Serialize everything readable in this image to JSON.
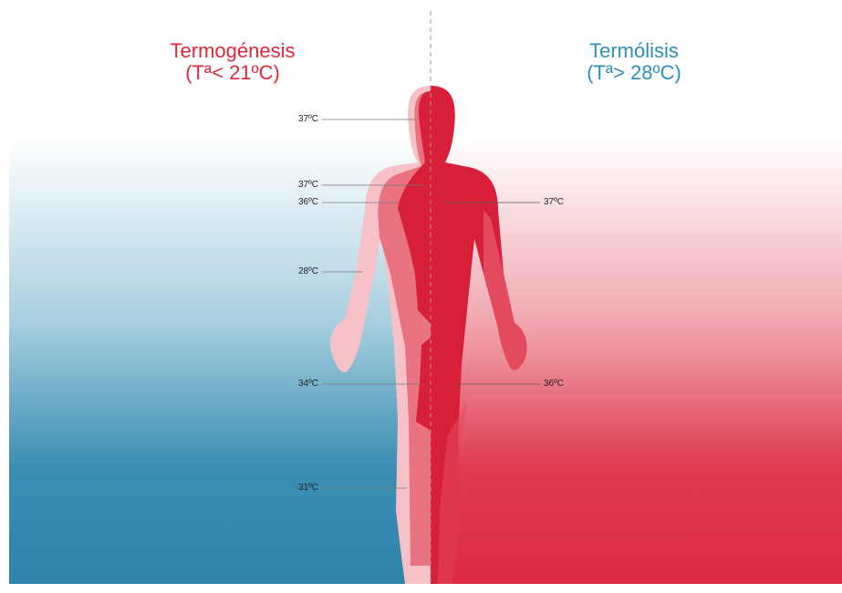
{
  "colors": {
    "left_title": "#e0283c",
    "right_title": "#2f8fb5",
    "blue_bg": "#2e84aa",
    "red_bg": "#dc2a42",
    "body_pale": "#f6c2c7",
    "body_mid": "#e97381",
    "body_core": "#d72038"
  },
  "left": {
    "title": "Termogénesis",
    "subtitle": "(Tª< 21ºC)",
    "labels": [
      "37ºC",
      "37ºC",
      "36ºC",
      "28ºC",
      "34ºC",
      "31ºC"
    ]
  },
  "right": {
    "title": "Termólisis",
    "subtitle": "(Tª> 28ºC)",
    "labels": [
      "37ºC",
      "36ºC"
    ]
  }
}
